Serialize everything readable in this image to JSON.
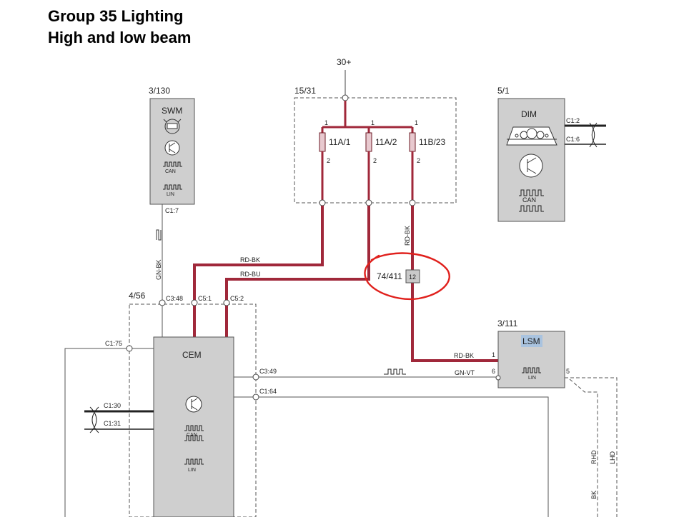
{
  "header": {
    "title_line1": "Group 35 Lighting",
    "title_line2": "High and low beam"
  },
  "supply": {
    "label": "30+"
  },
  "fusebox": {
    "id": "15/31",
    "fuses": [
      {
        "label": "11A/1",
        "pin_in": "1",
        "pin_out": "2"
      },
      {
        "label": "11A/2",
        "pin_in": "1",
        "pin_out": "2"
      },
      {
        "label": "11B/23",
        "pin_in": "1",
        "pin_out": "2"
      }
    ]
  },
  "swm": {
    "id": "3/130",
    "name": "SWM",
    "can": "CAN",
    "lin": "LIN",
    "connector": "C1:7"
  },
  "dim": {
    "id": "5/1",
    "name": "DIM",
    "can": "CAN",
    "pin_a": "C1:2",
    "pin_b": "C1:6"
  },
  "cem": {
    "id": "4/56",
    "name": "CEM",
    "can": "CAN",
    "lin": "LIN",
    "connectors": {
      "c348": "C3:48",
      "c51": "C5:1",
      "c52": "C5:2",
      "c175": "C1:75",
      "c130": "C1:30",
      "c131": "C1:31",
      "c349": "C3:49",
      "c164": "C1:64"
    }
  },
  "lsm": {
    "id": "3/111",
    "name": "LSM",
    "lin": "LIN",
    "pin1": "1",
    "pin6": "6",
    "pin5": "5"
  },
  "splice": {
    "id": "74/411",
    "pin": "12"
  },
  "wires": {
    "rd_bk": "RD-BK",
    "rd_bu": "RD-BU",
    "gn_bk": "GN-BK",
    "gn_vt": "GN-VT",
    "rhd": "RHD",
    "lhd": "LHD",
    "bk": "BK"
  },
  "colors": {
    "wire_red": "#a0283a",
    "annotation_red": "#e0201c",
    "module_fill": "#cfcfcf",
    "highlight": "#a9c3df"
  }
}
